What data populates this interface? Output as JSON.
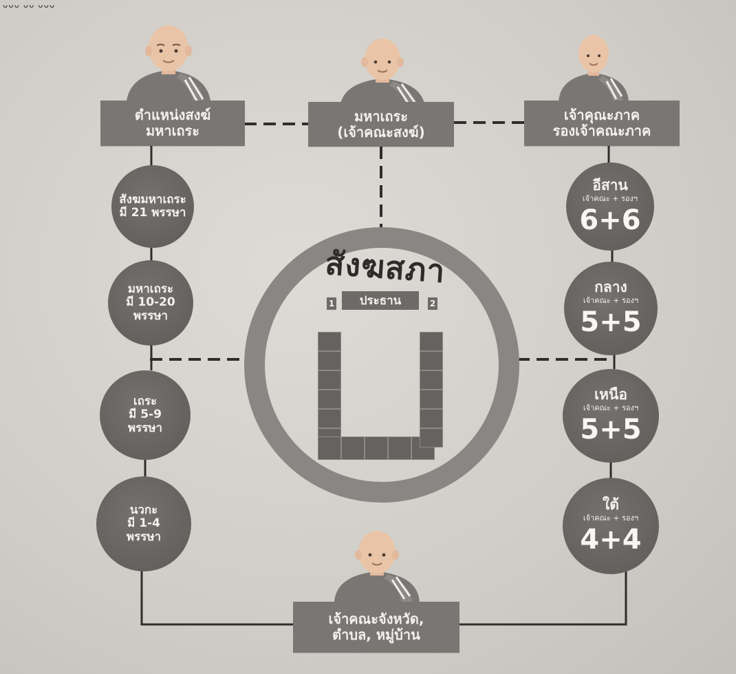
{
  "top_mark": "ᴗᴗᴗ ᴗᴗ ᴗᴗᴗ",
  "top_boxes": [
    {
      "lines": [
        "ตำแหน่งสงฆ์",
        "มหาเถระ"
      ]
    },
    {
      "lines": [
        "มหาเถระ",
        "(เจ้าคณะสงฆ์)"
      ]
    },
    {
      "lines": [
        "เจ้าคุณะภาค",
        "รองเจ้าคณะภาค"
      ]
    }
  ],
  "bottom_box": {
    "lines": [
      "เจ้าคณะจังหวัด,",
      "ตำบล, หมู่บ้าน"
    ]
  },
  "left_circles": [
    {
      "lines": [
        "สังฆมหาเถระ",
        "มี 21 พรรษา"
      ]
    },
    {
      "lines": [
        "มหาเถระ",
        "มี 10-20",
        "พรรษา"
      ]
    },
    {
      "lines": [
        "เถระ",
        "มี 5-9",
        "พรรษา"
      ]
    },
    {
      "lines": [
        "นวกะ",
        "มี 1-4",
        "พรรษา"
      ]
    }
  ],
  "right_circles": [
    {
      "region": "อีสาน",
      "sub": "เจ้าคณะ + รองฯ",
      "num": "6+6"
    },
    {
      "region": "กลาง",
      "sub": "เจ้าคณะ + รองฯ",
      "num": "5+5"
    },
    {
      "region": "เหนือ",
      "sub": "เจ้าคณะ + รองฯ",
      "num": "5+5"
    },
    {
      "region": "ใต้",
      "sub": "เจ้าคณะ + รองฯ",
      "num": "4+4"
    }
  ],
  "center": {
    "title": "สังฆสภา",
    "president": "ประธาน",
    "seat_left": "1",
    "seat_right": "2"
  }
}
